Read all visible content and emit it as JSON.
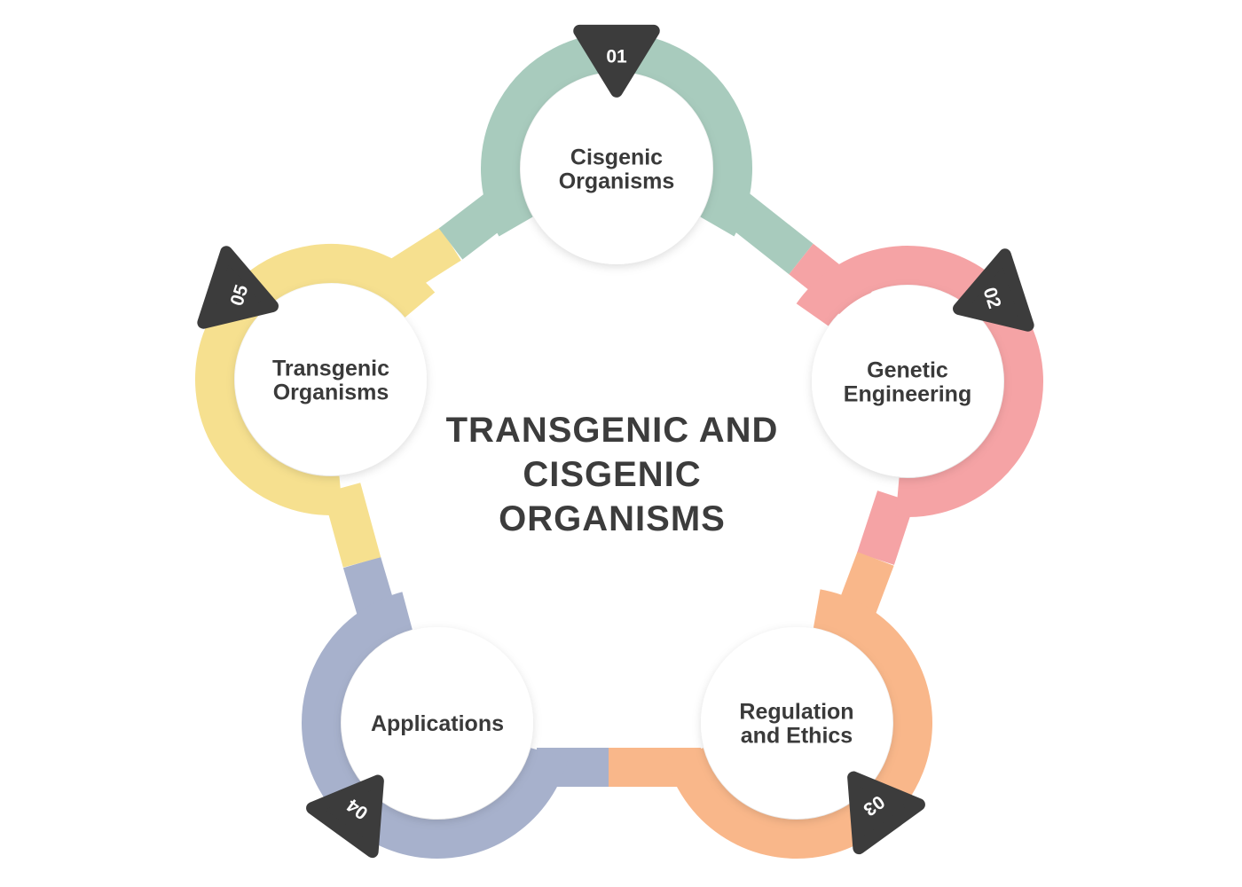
{
  "title": "TRANSGENIC AND CISGENIC ORGANISMS",
  "nodes": [
    {
      "number": "01",
      "lines": [
        "Cisgenic",
        "Organisms"
      ],
      "color": "#a8cbbd"
    },
    {
      "number": "02",
      "lines": [
        "Genetic",
        "Engineering"
      ],
      "color": "#f5a3a5"
    },
    {
      "number": "03",
      "lines": [
        "Regulation",
        "and Ethics"
      ],
      "color": "#f9b78a"
    },
    {
      "number": "04",
      "lines": [
        "Applications"
      ],
      "color": "#a7b1cc"
    },
    {
      "number": "05",
      "lines": [
        "Transgenic",
        "Organisms"
      ],
      "color": "#f6e08f"
    }
  ],
  "badge_color": "#3c3c3c",
  "node_fill": "#ffffff"
}
